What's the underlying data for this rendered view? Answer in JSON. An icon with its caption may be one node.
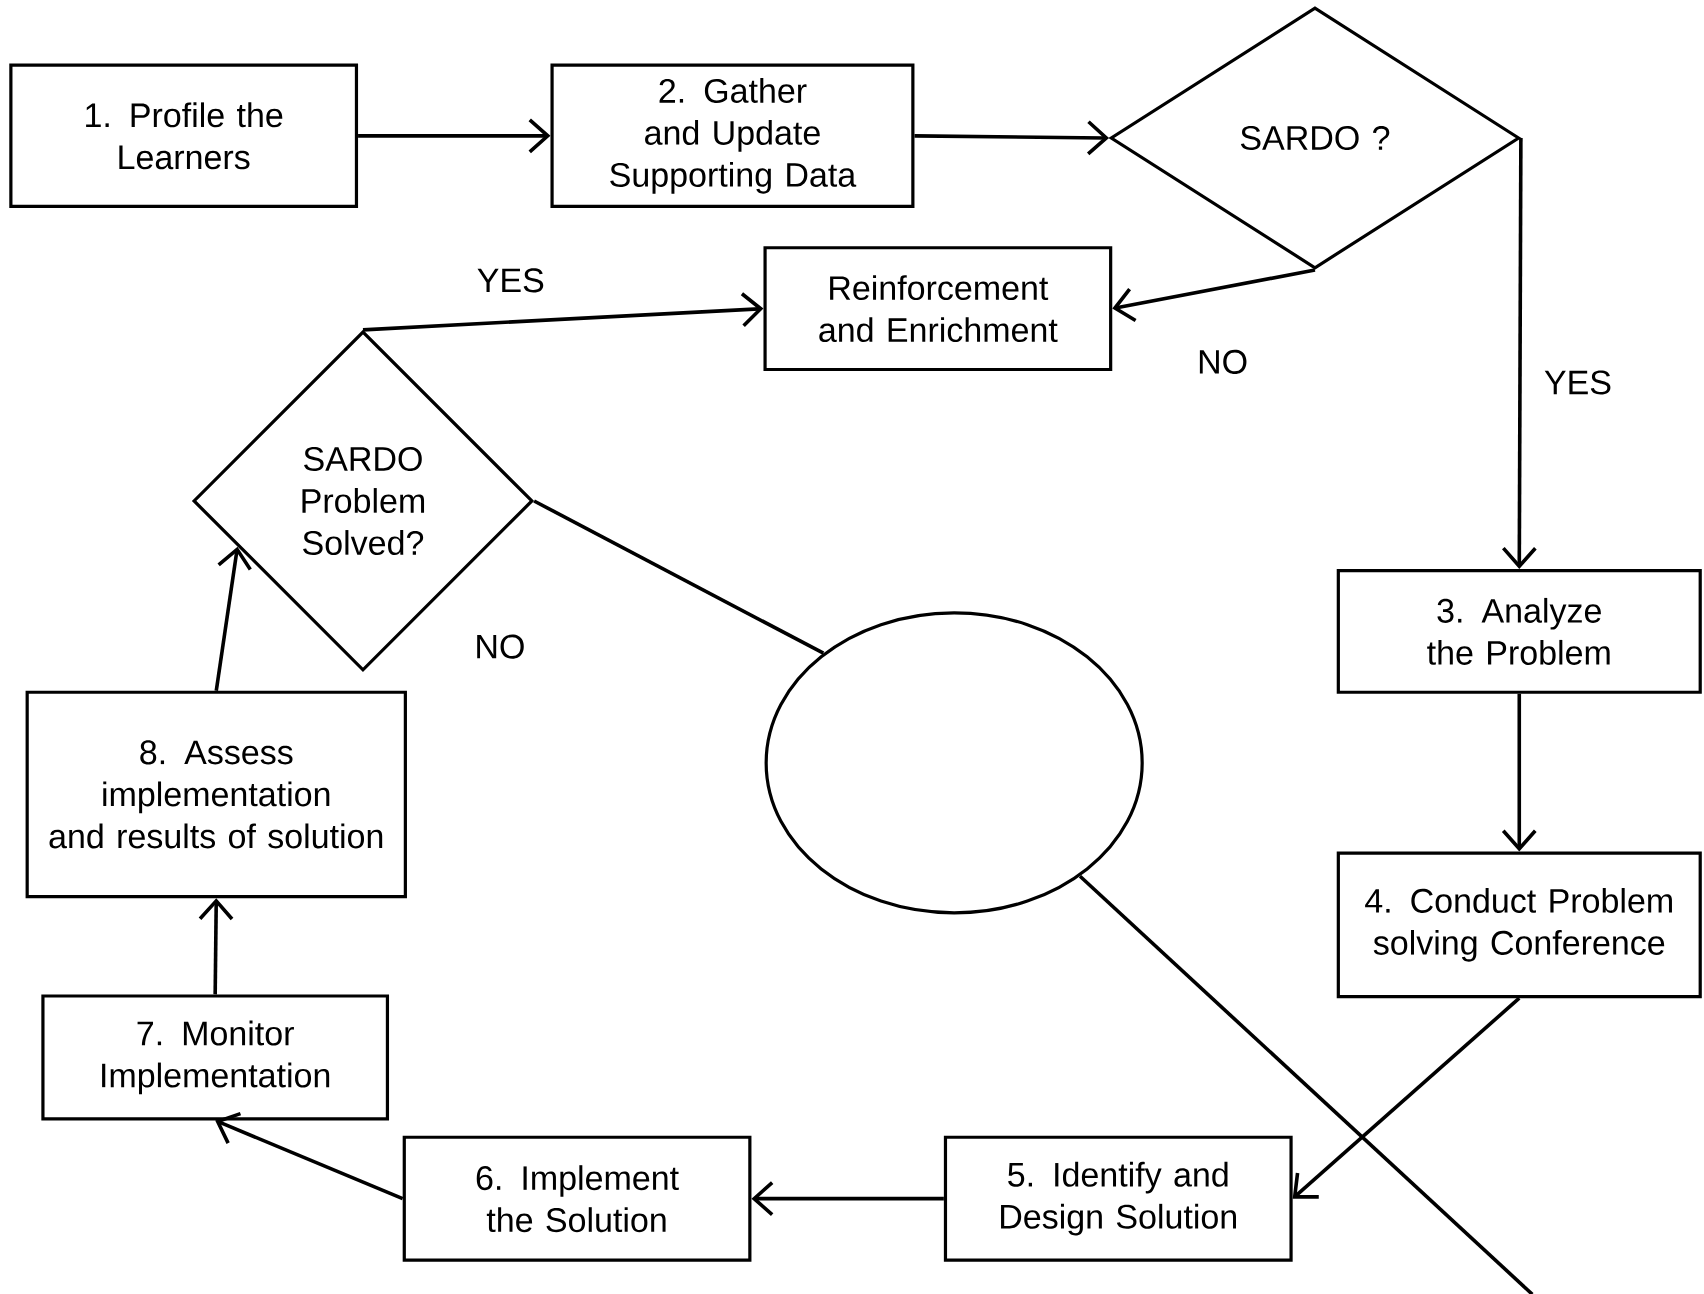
{
  "diagram": {
    "nodes": [
      {
        "text": [
          "1. Profile the Learners"
        ]
      },
      {
        "text": [
          "2. Gather and Update Supporting Data"
        ]
      },
      {
        "text": [
          "SARDO ?"
        ]
      },
      {
        "text": [
          "Reinforcement and Enrichment"
        ]
      },
      {
        "text": [
          "SARDO Problem Solved?"
        ]
      },
      {
        "text": [],
        "shape": "circle"
      },
      {
        "text": [
          "3. Analyze the Problem"
        ]
      },
      {
        "text": [
          "4. Conduct Problem solving Conference"
        ]
      },
      {
        "text": [
          "5. Identify and Design Solution"
        ]
      },
      {
        "text": [
          "6. Implement the Solution"
        ]
      },
      {
        "text": [
          "7. Monitor Implementation"
        ]
      },
      {
        "text": [
          "8. Assess implementation and results of solution"
        ]
      }
    ],
    "edges": [
      {
        "from": 0,
        "to": 1,
        "arrow": "to"
      },
      {
        "from": 1,
        "to": 2,
        "arrow": "to"
      },
      {
        "from": 2,
        "to": 3,
        "arrow": "to",
        "label": "NO"
      },
      {
        "from": 2,
        "to": 6,
        "arrow": "to",
        "label": "YES"
      },
      {
        "from": 6,
        "to": 7,
        "arrow": "to"
      },
      {
        "from": 7,
        "to": 8,
        "arrow": "to"
      },
      {
        "from": 8,
        "to": 9,
        "arrow": "to"
      },
      {
        "from": 9,
        "to": 10,
        "arrow": "to"
      },
      {
        "from": 10,
        "to": 11,
        "arrow": "to"
      },
      {
        "from": 11,
        "to": 4,
        "arrow": "to"
      },
      {
        "from": 4,
        "to": 3,
        "arrow": "to",
        "label": "YES"
      },
      {
        "from": 4,
        "to": 5,
        "arrow": "none",
        "label": "NO"
      },
      {
        "from": 5,
        "to": null,
        "arrow": "none"
      }
    ]
  }
}
